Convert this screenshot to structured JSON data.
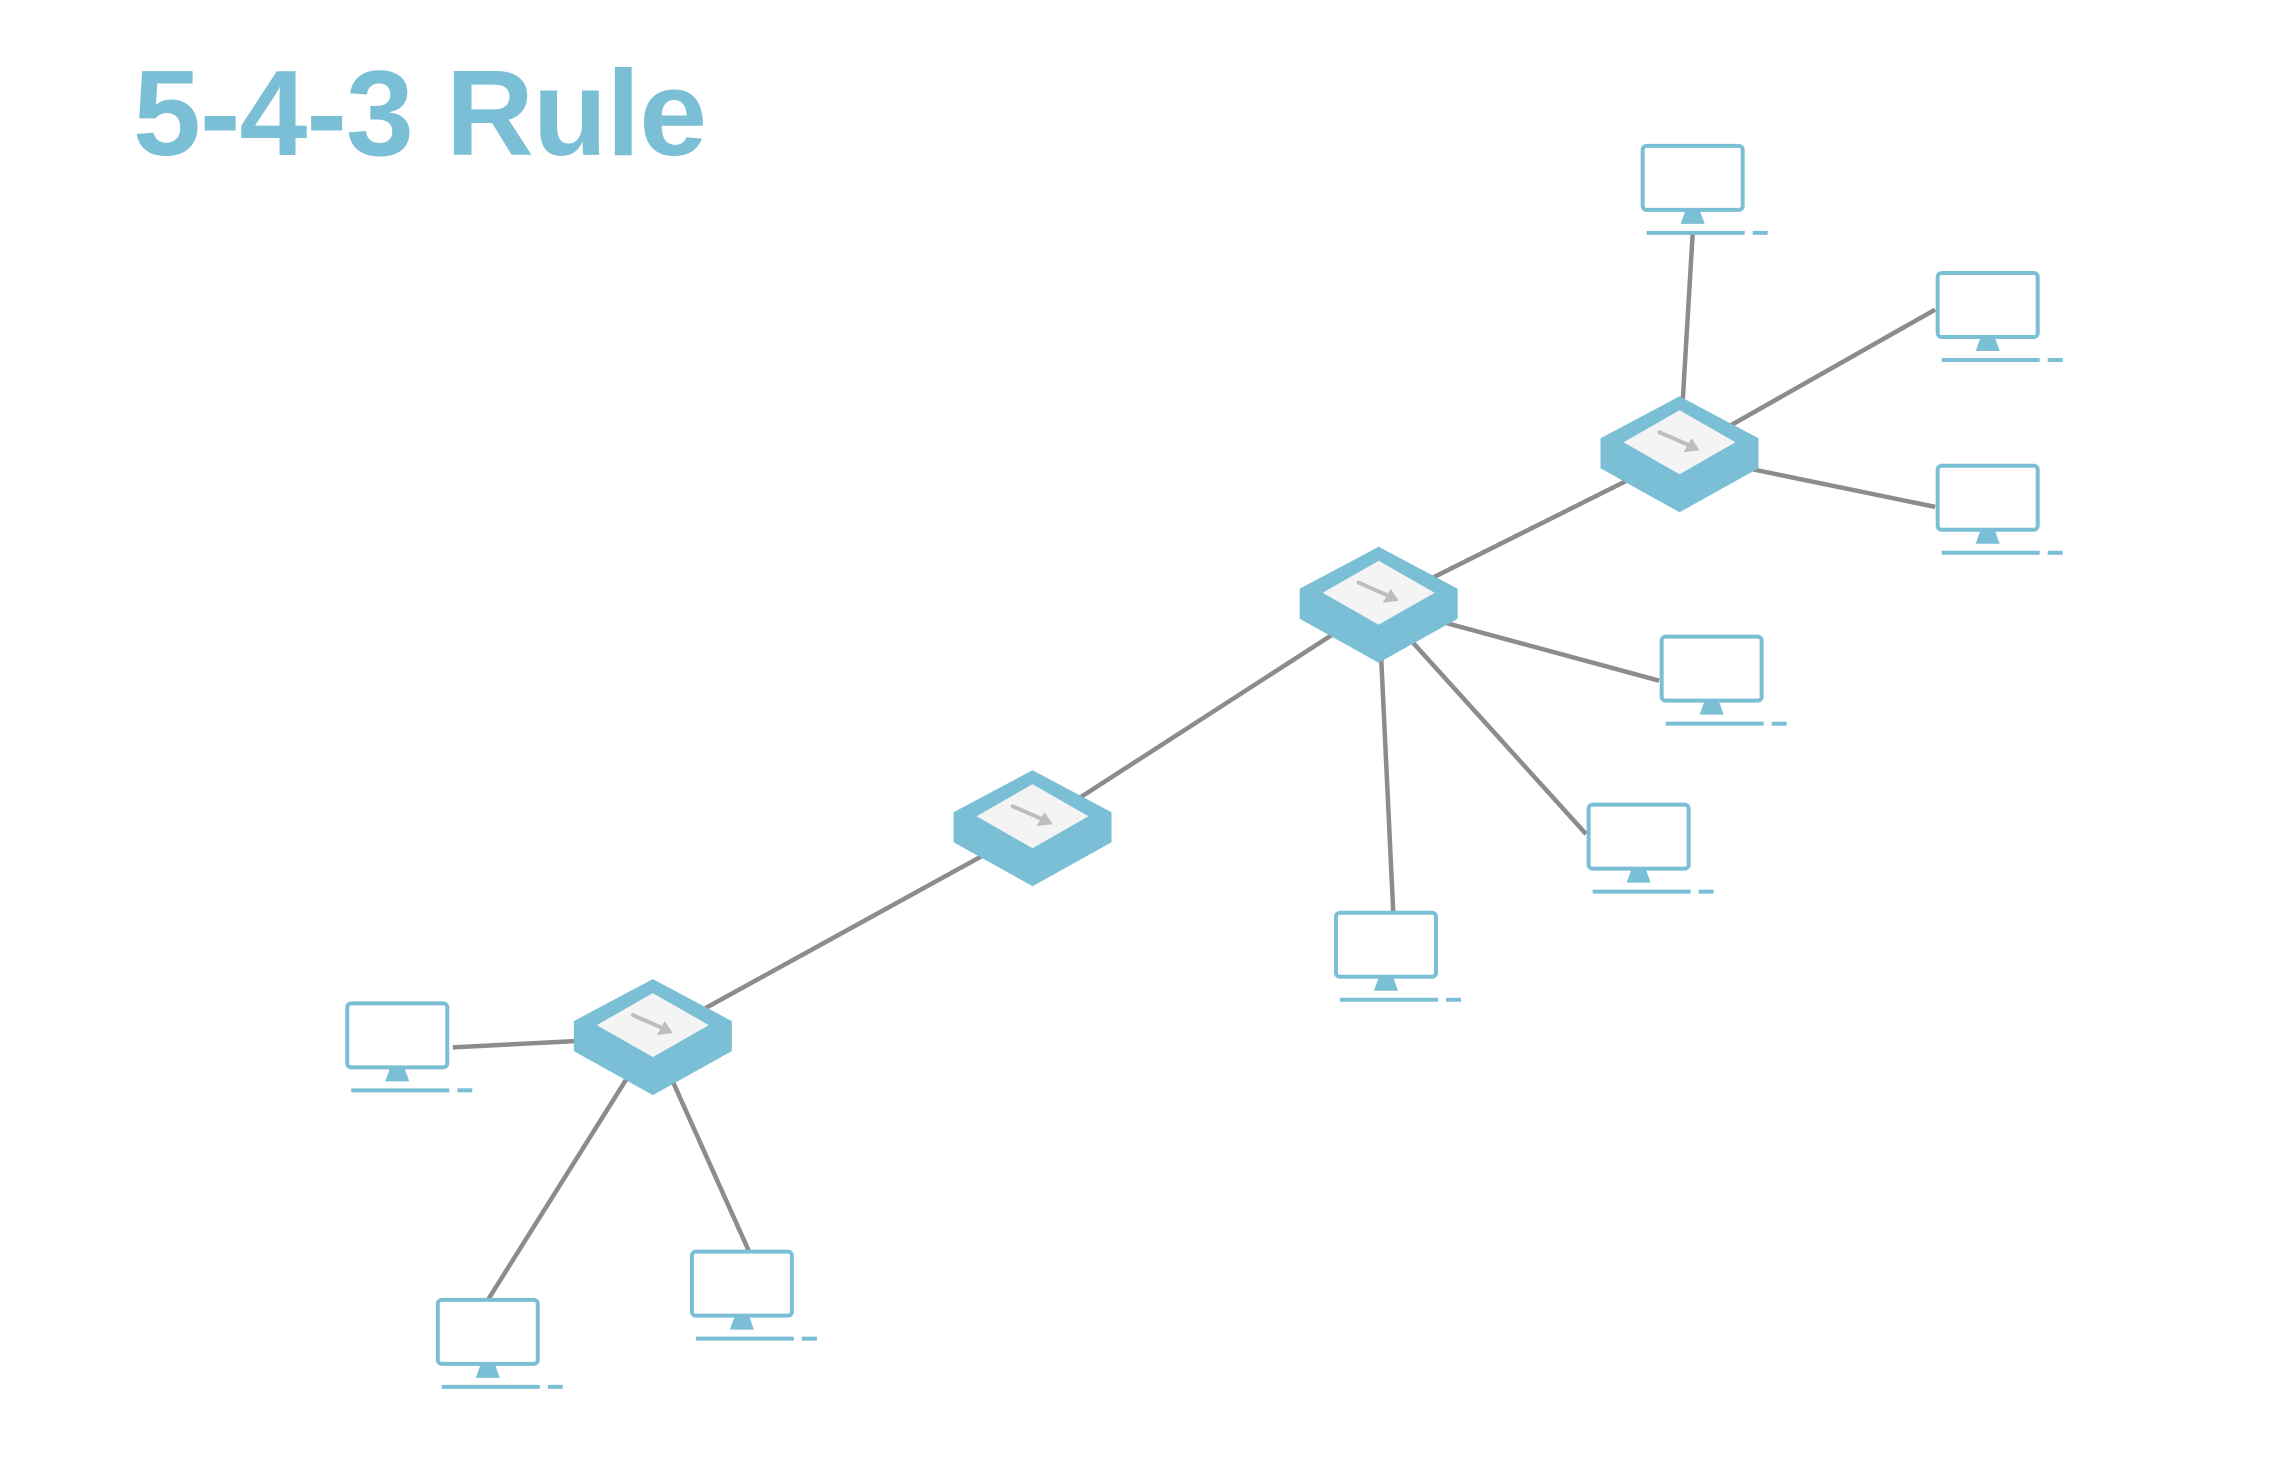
{
  "title": "5-4-3 Rule",
  "colors": {
    "accent": "#7bbfd6",
    "hub_top": "#f4f4f4",
    "arrow": "#bdbdbd",
    "link": "#8c8c8c",
    "background": "#ffffff"
  },
  "icons": {
    "hub": "hub-icon",
    "computer": "computer-monitor-icon",
    "arrow": "arrow-icon"
  },
  "hubs": [
    {
      "id": "hub-1"
    },
    {
      "id": "hub-2"
    },
    {
      "id": "hub-3"
    },
    {
      "id": "hub-4"
    }
  ],
  "computers": [
    {
      "id": "pc-1",
      "hub": "hub-1"
    },
    {
      "id": "pc-2",
      "hub": "hub-1"
    },
    {
      "id": "pc-3",
      "hub": "hub-1"
    },
    {
      "id": "pc-4",
      "hub": "hub-3"
    },
    {
      "id": "pc-5",
      "hub": "hub-3"
    },
    {
      "id": "pc-6",
      "hub": "hub-3"
    },
    {
      "id": "pc-7",
      "hub": "hub-4"
    },
    {
      "id": "pc-8",
      "hub": "hub-4"
    },
    {
      "id": "pc-9",
      "hub": "hub-4"
    }
  ],
  "backbone": [
    "hub-1",
    "hub-2",
    "hub-3",
    "hub-4"
  ]
}
